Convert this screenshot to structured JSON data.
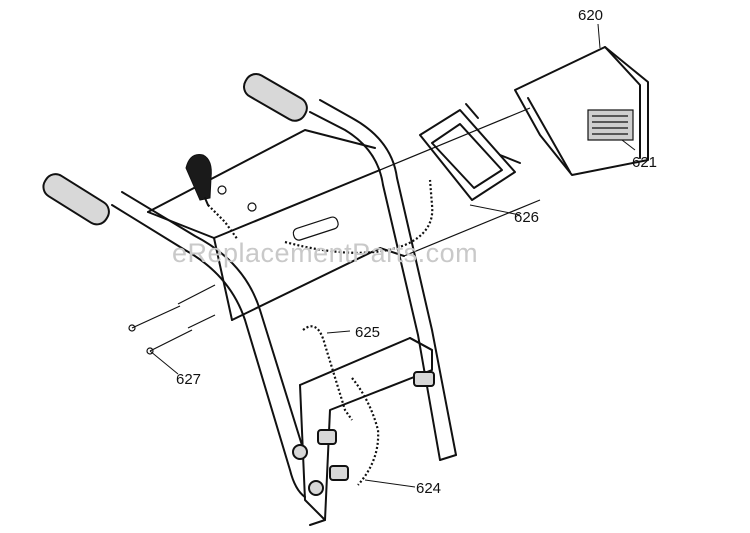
{
  "watermark": "eReplacementParts.com",
  "labels": {
    "p620": "620",
    "p621": "621",
    "p626": "626",
    "p625": "625",
    "p627": "627",
    "p624": "624"
  }
}
